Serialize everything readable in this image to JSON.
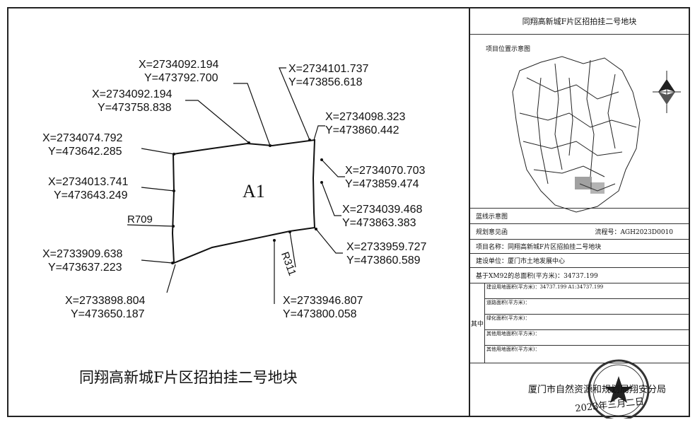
{
  "drawing": {
    "title": "同翔高新城F片区招拍挂二号地块",
    "parcel_label": "A1",
    "roads": {
      "left": "R709",
      "bottom": "R311"
    },
    "coordinates": [
      {
        "x": "X=2734092.194",
        "y": "Y=473792.700"
      },
      {
        "x": "X=2734101.737",
        "y": "Y=473856.618"
      },
      {
        "x": "X=2734092.194",
        "y": "Y=473758.838"
      },
      {
        "x": "X=2734098.323",
        "y": "Y=473860.442"
      },
      {
        "x": "X=2734074.792",
        "y": "Y=473642.285"
      },
      {
        "x": "X=2734070.703",
        "y": "Y=473859.474"
      },
      {
        "x": "X=2734013.741",
        "y": "Y=473643.249"
      },
      {
        "x": "X=2734039.468",
        "y": "Y=473863.383"
      },
      {
        "x": "X=2733909.638",
        "y": "Y=473637.223"
      },
      {
        "x": "X=2733959.727",
        "y": "Y=473860.589"
      },
      {
        "x": "X=2733898.804",
        "y": "Y=473650.187"
      },
      {
        "x": "X=2733946.807",
        "y": "Y=473800.058"
      }
    ]
  },
  "panel": {
    "title": "同翔高新城F片区招拍挂二号地块",
    "location_caption": "项目位置示意图",
    "redline_caption": "蓝线示意图",
    "opinion_label": "规划意见函",
    "serial_label": "流程号：AGH2023D0010",
    "project_name": "项目名称：同翔高新城F片区招拍挂二号地块",
    "builder": "建设单位：厦门市土地发展中心",
    "area_total": "基于XM92的总面积(平方米)：34737.199",
    "sub_side": "其中",
    "sub_rows": [
      "建设用地面积(平方米)：34737.199  A1:34737.199",
      "道路面积(平方米)：",
      "绿化面积(平方米)：",
      "其他用地面积(平方米)：",
      "其他用地面积(平方米)："
    ],
    "bureau": "厦门市自然资源和规划局翔安分局",
    "date": "2023年三月二日"
  }
}
